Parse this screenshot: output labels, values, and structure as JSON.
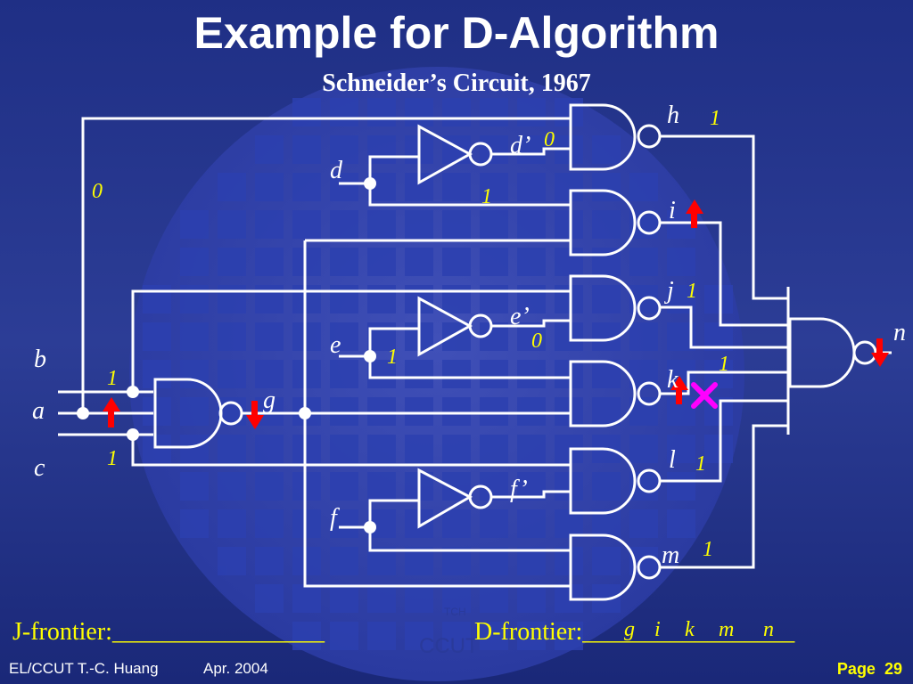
{
  "title": "Example for D-Algorithm",
  "subtitle": "Schneider’s Circuit, 1967",
  "footer": {
    "author": "EL/CCUT T.-C. Huang",
    "date": "Apr. 2004",
    "page_label": "Page",
    "page_number": "29"
  },
  "watermark": {
    "line1": "TCH",
    "line2": "CCUT"
  },
  "j_frontier": {
    "label": "J-frontier:",
    "blank": "_________________"
  },
  "d_frontier": {
    "label": "D-frontier:",
    "blank": "_________________",
    "items": [
      "g",
      "i",
      "k",
      "m",
      "n"
    ]
  },
  "signals": {
    "h": "h",
    "i": "i",
    "j": "j",
    "k": "k",
    "l": "l",
    "m": "m",
    "n": "n",
    "d": "d",
    "e": "e",
    "f": "f",
    "dp": "d’",
    "ep": "e’",
    "fp": "f’",
    "a": "a",
    "b": "b",
    "c": "c",
    "g": "g"
  },
  "values": {
    "h": "1",
    "dp": "0",
    "d_branch": "1",
    "j": "1",
    "ep": "0",
    "e_branch": "1",
    "k": "1",
    "l": "1",
    "m": "1",
    "b": "1",
    "c": "1",
    "a_left": "0"
  },
  "colors": {
    "wire": "#ffffff",
    "value_text": "#ffff00",
    "label_text": "#ffffff",
    "arrow": "#ff0000",
    "fault_x": "#ff00ff"
  }
}
